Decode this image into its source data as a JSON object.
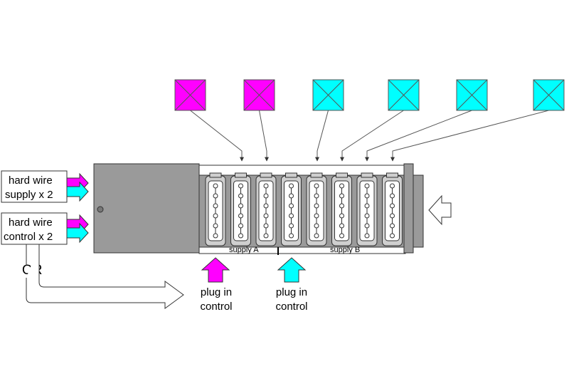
{
  "colors": {
    "magenta": "#ff00ff",
    "cyan": "#00ffff",
    "body_grey": "#9a9a9a",
    "dark_grey": "#666666",
    "light_panel": "#cfcfcf",
    "line": "#555555"
  },
  "inputs": {
    "supply_label_line1": "hard wire",
    "supply_label_line2": "supply x 2",
    "control_label_line1": "hard wire",
    "control_label_line2": "control x 2",
    "or_label": "OR"
  },
  "sections": {
    "supply_a": "supply A",
    "supply_b": "supply B"
  },
  "plugs": [
    {
      "line1": "plug in",
      "line2": "control",
      "color": "magenta"
    },
    {
      "line1": "plug in",
      "line2": "control",
      "color": "cyan"
    }
  ],
  "loads": [
    "magenta",
    "magenta",
    "cyan",
    "cyan",
    "cyan",
    "cyan"
  ],
  "connector_count": 8,
  "pins_per_connector": 6
}
